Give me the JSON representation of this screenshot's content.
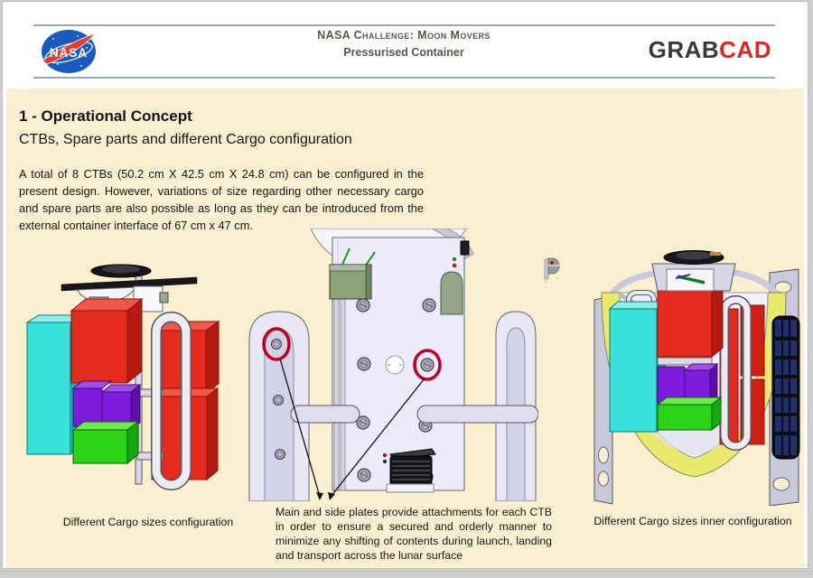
{
  "header": {
    "nasa_logo": {
      "text": "NASA"
    },
    "title_line1": "NASA Challenge: Moon Movers",
    "title_line2": "Pressurised Container",
    "grabcad_logo": {
      "grab": "GRAB",
      "cad": "CAD"
    }
  },
  "body": {
    "section_title": "1 - Operational Concept",
    "section_subtitle": "CTBs, Spare parts and different Cargo configuration",
    "intro_paragraph": "A total of 8 CTBs (50.2 cm X 42.5 cm X 24.8 cm) can be configured in the present design. However, variations of size regarding other necessary cargo and spare parts are also possible as long as they can be introduced from the external container interface of 67 cm x 47 cm."
  },
  "figures": [
    {
      "id": "cargo-sizes-configuration",
      "caption": "Different Cargo sizes configuration"
    },
    {
      "id": "plates-attachment-detail",
      "caption": "Main and side plates provide attachments for each CTB in order to ensure a secured and orderly manner to minimize any shifting of contents during launch, landing and transport across the lunar surface"
    },
    {
      "id": "cargo-sizes-inner-configuration",
      "caption": "Different Cargo sizes inner configuration"
    }
  ],
  "colors": {
    "slide_panel_cream": "#FAEFD0",
    "header_rule_blue": "#92A8D4",
    "header_text_gray": "#57564E",
    "grabcad_gray": "#3A3A3C",
    "grabcad_red": "#DD2620",
    "nasa_blue": "#1A5ABE",
    "nasa_red": "#E8392B",
    "ctb_cyan": "#38E2DA",
    "ctb_red": "#E52A1E",
    "ctb_purple": "#7D1CDC",
    "ctb_green": "#2BD416",
    "cutaway_yellow": "#E9E96E",
    "plate_lavender": "#EBEBF9",
    "highlight_circle_red": "#C00020"
  }
}
